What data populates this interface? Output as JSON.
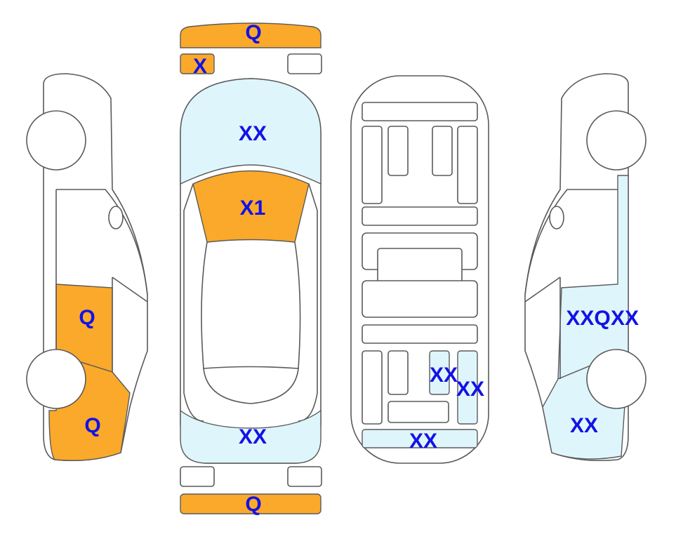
{
  "colors": {
    "damage_orange": "#FBA92B",
    "damage_blue": "#DFF5FC",
    "label": "#1212E6",
    "outline": "#5a5a5a"
  },
  "labels": {
    "front_bumper": "Q",
    "front_left_small": "X",
    "hood": "XX",
    "windshield": "X1",
    "trunk": "XX",
    "rear_bumper": "Q",
    "left_door": "Q",
    "left_rear_quarter": "Q",
    "under_mid": "XX",
    "under_right": "XX",
    "under_rear": "XX",
    "right_door_a": "XXQ",
    "right_door_b": "XX",
    "right_rear_quarter": "XX"
  }
}
